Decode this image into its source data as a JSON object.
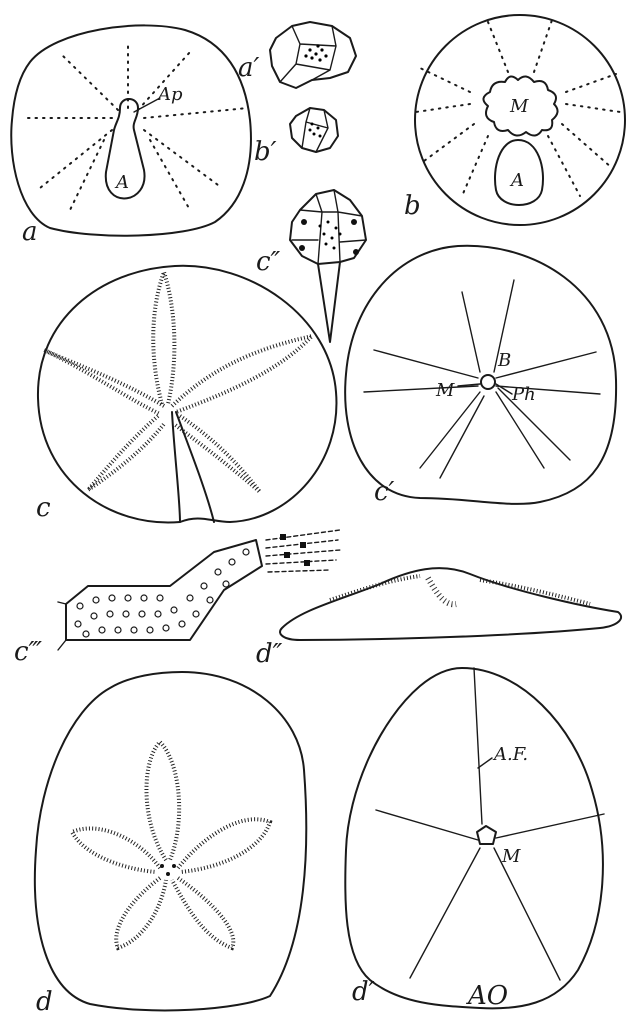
{
  "figures": {
    "a": {
      "label": "a",
      "labels": {
        "ap": "Ap",
        "anus": "A"
      }
    },
    "a_prime": {
      "label": "a′"
    },
    "b": {
      "label": "b",
      "labels": {
        "mouth": "M",
        "anus": "A"
      }
    },
    "b_prime": {
      "label": "b′"
    },
    "c": {
      "label": "c"
    },
    "c_prime": {
      "label": "c′",
      "labels": {
        "b": "B",
        "m": "M",
        "ph": "Ph"
      }
    },
    "c_dprime": {
      "label": "c″"
    },
    "c_tprime": {
      "label": "c‴"
    },
    "d": {
      "label": "d"
    },
    "d_prime": {
      "label": "d′",
      "labels": {
        "af": "A.F.",
        "m": "M",
        "ao": "AO"
      }
    },
    "d_dprime": {
      "label": "d″"
    }
  }
}
